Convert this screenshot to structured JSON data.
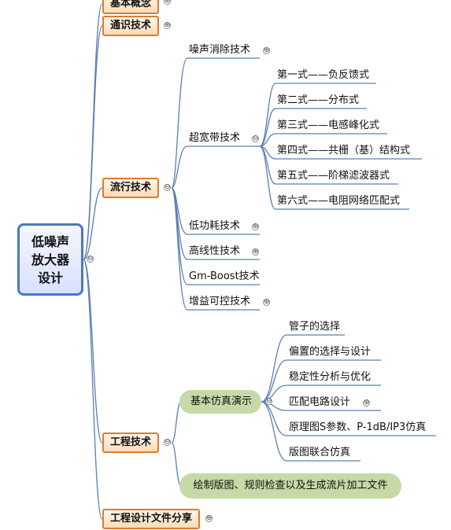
{
  "root": {
    "label": "低噪声\n放大器\n设计"
  },
  "categories": {
    "basic_concepts": "基本概念",
    "general_tech": "通识技术",
    "popular_tech": "流行技术",
    "engineering_tech": "工程技术",
    "design_files": "工程设计文件分享"
  },
  "popular_tech": {
    "noise_cancel": "噪声消除技术",
    "uwb": "超宽带技术",
    "uwb_items": [
      "第一式——负反馈式",
      "第二式——分布式",
      "第三式——电感峰化式",
      "第四式——共栅（基）结构式",
      "第五式——阶梯滤波器式",
      "第六式——电阻网络匹配式"
    ],
    "low_power": "低功耗技术",
    "high_linearity": "高线性技术",
    "gm_boost": "Gm-Boost技术",
    "gain_control": "增益可控技术"
  },
  "engineering_tech": {
    "sim_demo": "基本仿真演示",
    "sim_items": [
      "管子的选择",
      "偏置的选择与设计",
      "稳定性分析与优化",
      "匹配电路设计",
      "原理图S参数、P-1dB/IP3仿真",
      "版图联合仿真"
    ],
    "layout_drc": "绘制版图、规则检查以及生成流片加工文件"
  },
  "icons": {
    "expand": "⊕",
    "collapse": "⊖"
  },
  "colors": {
    "root_border": "#4a78c8",
    "category_border": "#e07b2c",
    "link": "#5b7fb5",
    "oval": "#c7d9a6"
  }
}
